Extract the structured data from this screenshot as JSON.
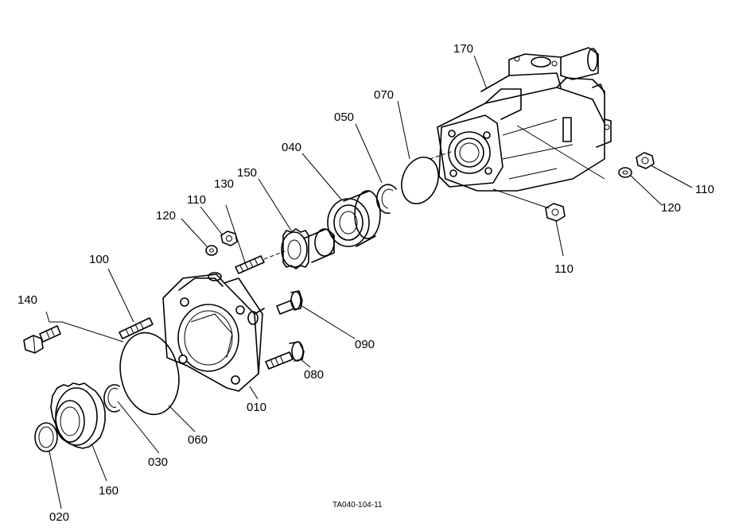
{
  "figure_code": "TA040-104-11",
  "parts": [
    {
      "id": "p170",
      "label": "170"
    },
    {
      "id": "p110a",
      "label": "110"
    },
    {
      "id": "p120a",
      "label": "120"
    },
    {
      "id": "p110b",
      "label": "110"
    },
    {
      "id": "p070",
      "label": "070"
    },
    {
      "id": "p050",
      "label": "050"
    },
    {
      "id": "p040",
      "label": "040"
    },
    {
      "id": "p150",
      "label": "150"
    },
    {
      "id": "p130",
      "label": "130"
    },
    {
      "id": "p110c",
      "label": "110"
    },
    {
      "id": "p120c",
      "label": "120"
    },
    {
      "id": "p100",
      "label": "100"
    },
    {
      "id": "p140",
      "label": "140"
    },
    {
      "id": "p090",
      "label": "090"
    },
    {
      "id": "p080",
      "label": "080"
    },
    {
      "id": "p010",
      "label": "010"
    },
    {
      "id": "p060",
      "label": "060"
    },
    {
      "id": "p030",
      "label": "030"
    },
    {
      "id": "p160",
      "label": "160"
    },
    {
      "id": "p020",
      "label": "020"
    }
  ]
}
